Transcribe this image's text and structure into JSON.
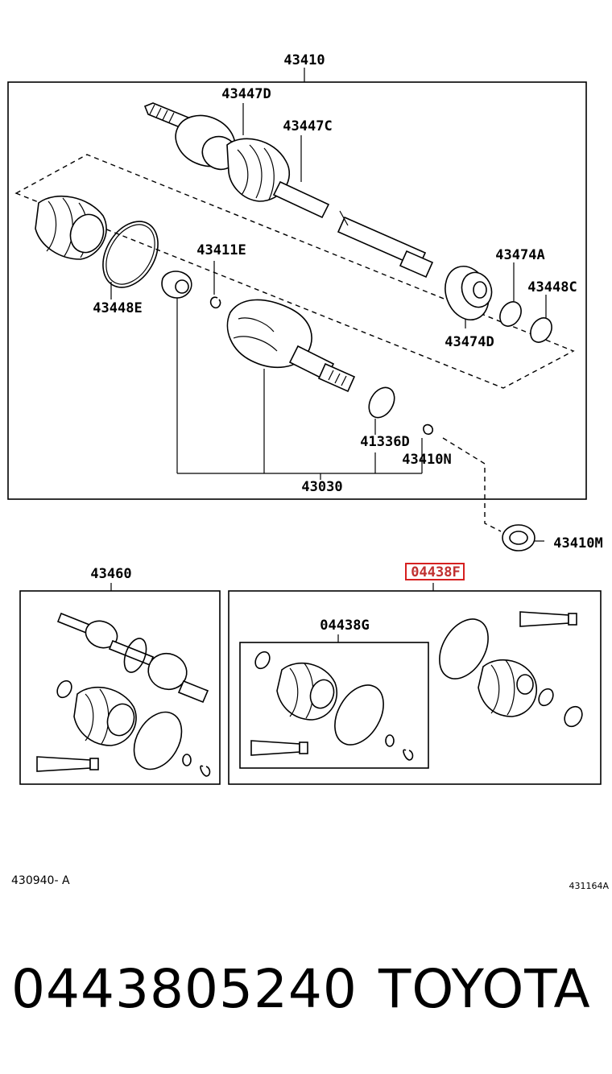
{
  "labels": {
    "p43410": "43410",
    "p43447D": "43447D",
    "p43447C": "43447C",
    "p43411E": "43411E",
    "p43474A": "43474A",
    "p43448C": "43448C",
    "p43448E": "43448E",
    "p43474D": "43474D",
    "p41336D": "41336D",
    "p43410N": "43410N",
    "p43030": "43030",
    "p43410M": "43410M",
    "p43460": "43460",
    "p04438F": "04438F",
    "p04438G": "04438G",
    "fig_left": "430940- A",
    "fig_right": "431164A"
  },
  "footer": {
    "part_number": "0443805240",
    "brand": "TOYOTA"
  },
  "colors": {
    "highlight": "#d62020",
    "ink": "#000000"
  }
}
